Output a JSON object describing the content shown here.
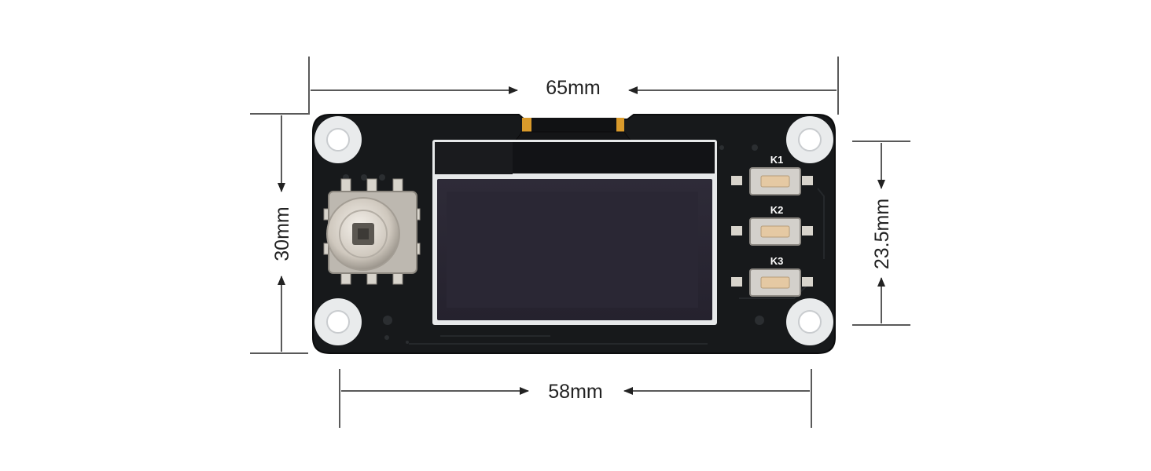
{
  "dimensions": {
    "top_width": "65mm",
    "bottom_width": "58mm",
    "left_height": "30mm",
    "right_height": "23.5mm"
  },
  "buttons": [
    {
      "label": "K1"
    },
    {
      "label": "K2"
    },
    {
      "label": "K3"
    }
  ],
  "colors": {
    "board": "#17191b",
    "board_edge": "#0c0d0e",
    "screen": "#2a2734",
    "screen_frame": "#e7e9ea",
    "dimension_line": "#222222",
    "flex_cable": "#d99a2b",
    "button_cap": "#e5c9a3"
  }
}
